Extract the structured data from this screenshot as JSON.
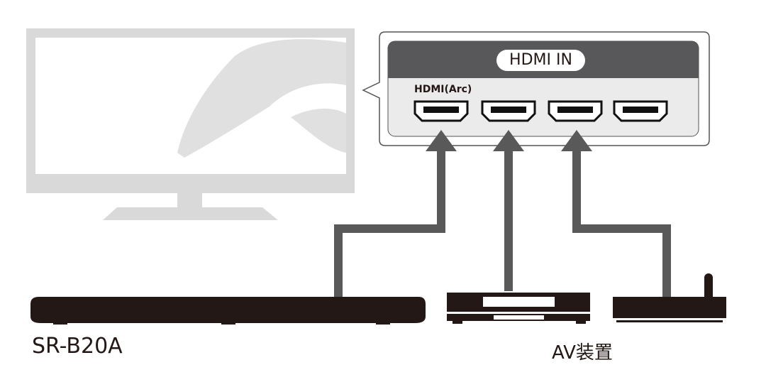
{
  "panel": {
    "title": "HDMI IN",
    "arc_label": "HDMI(Arc)",
    "port_count": 4
  },
  "soundbar": {
    "label": "SR-B20A"
  },
  "devices": {
    "label": "AV装置"
  },
  "colors": {
    "dark": "#231815",
    "arrow": "#595959",
    "panel_header": "#58575a",
    "panel_body": "#ebebeb",
    "tv": "#d9d9d9"
  }
}
